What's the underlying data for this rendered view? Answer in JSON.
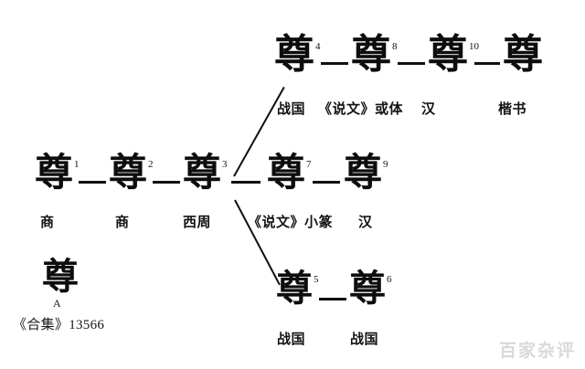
{
  "figure": {
    "title_character": "尊",
    "source_reference": "《合集》13566",
    "source_letter": "A",
    "source_glyph": "尊",
    "watermark": "百家杂评"
  },
  "rows": {
    "top": {
      "name": "upper-branch",
      "glyphs": [
        {
          "char": "尊",
          "sup": "4"
        },
        {
          "char": "尊",
          "sup": "8"
        },
        {
          "char": "尊",
          "sup": "10"
        },
        {
          "char": "尊",
          "sup": ""
        }
      ],
      "labels": [
        {
          "text": "战国"
        },
        {
          "text": "《说文》或体"
        },
        {
          "text": "汉"
        },
        {
          "text": "楷书"
        }
      ]
    },
    "middle": {
      "name": "main-line",
      "glyphs": [
        {
          "char": "尊",
          "sup": "1"
        },
        {
          "char": "尊",
          "sup": "2"
        },
        {
          "char": "尊",
          "sup": "3"
        },
        {
          "char": "尊",
          "sup": "7"
        },
        {
          "char": "尊",
          "sup": "9"
        }
      ],
      "labels": [
        {
          "text": "商"
        },
        {
          "text": "商"
        },
        {
          "text": "西周"
        },
        {
          "text": "《说文》小篆"
        },
        {
          "text": "汉"
        }
      ]
    },
    "bottom": {
      "name": "lower-branch",
      "glyphs": [
        {
          "char": "尊",
          "sup": "5"
        },
        {
          "char": "尊",
          "sup": "6"
        }
      ],
      "labels": [
        {
          "text": "战国"
        },
        {
          "text": "战国"
        }
      ]
    }
  },
  "colors": {
    "ink": "#0d0d0d",
    "background": "#ffffff",
    "watermark": "#d9d9d9"
  }
}
